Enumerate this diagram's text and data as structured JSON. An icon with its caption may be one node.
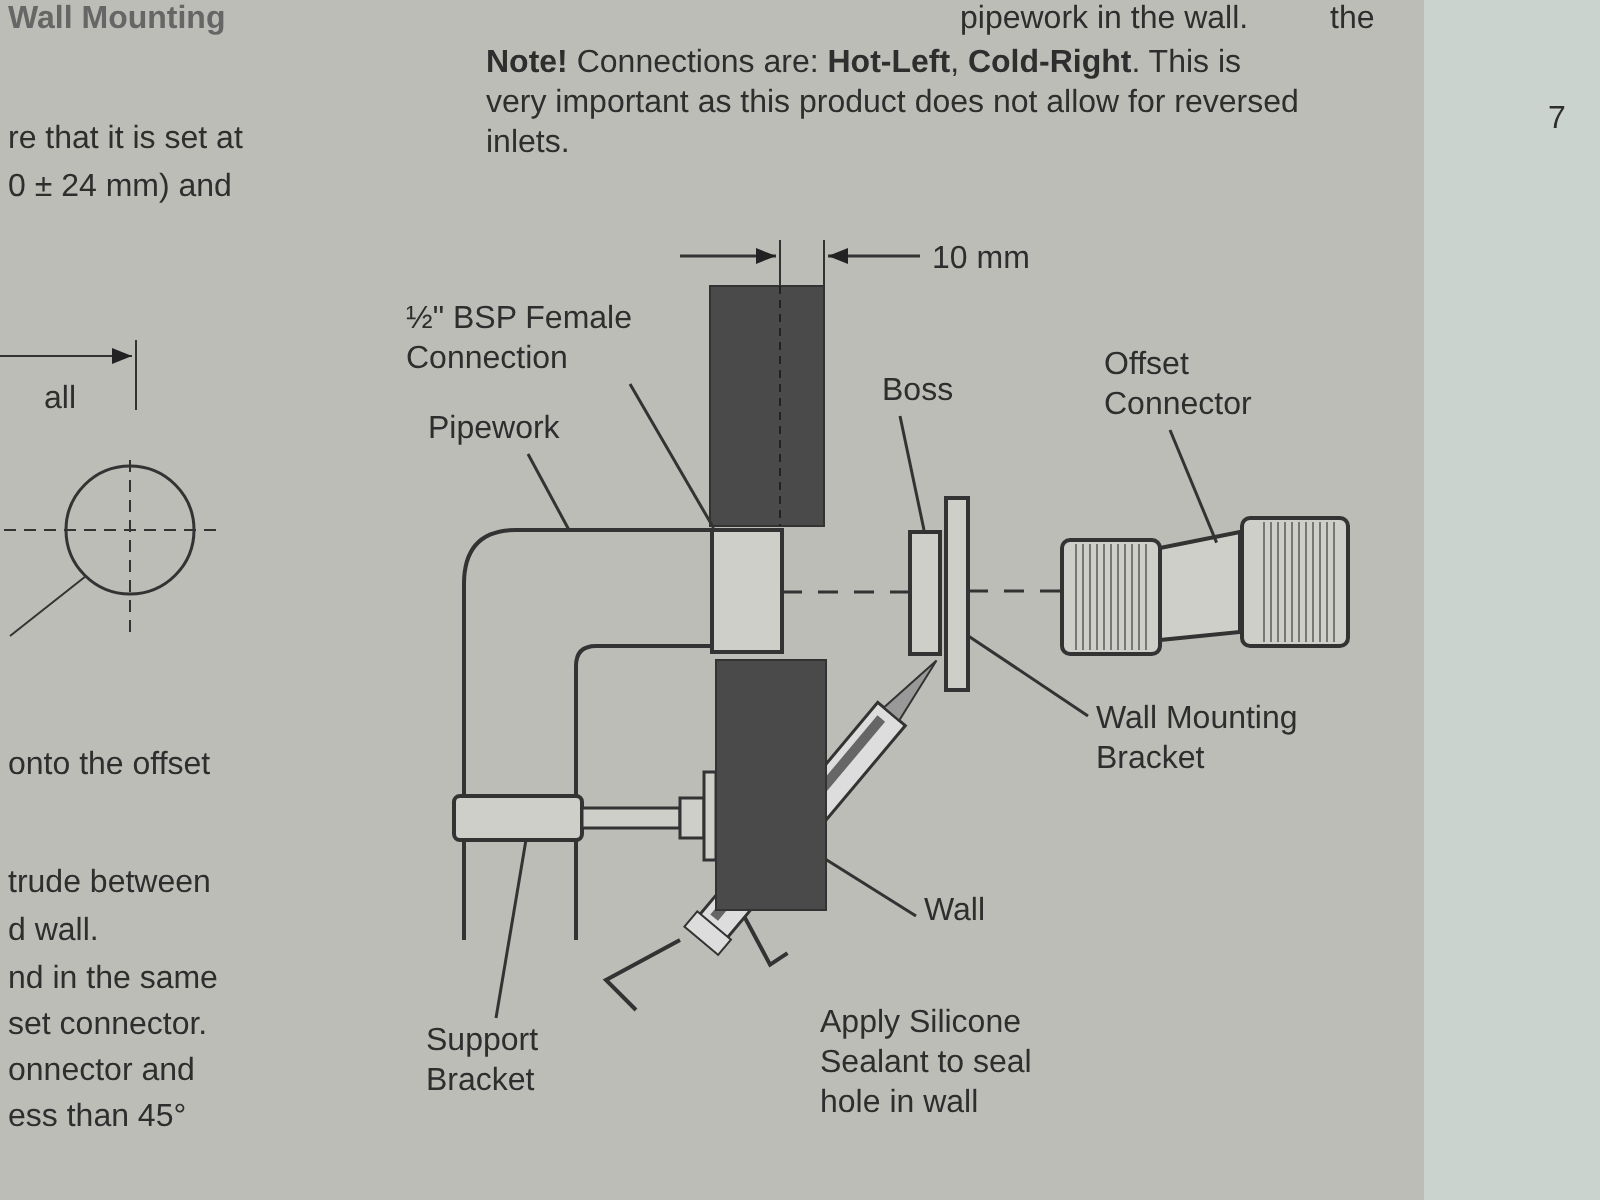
{
  "diagram": {
    "nodes": [
      {
        "text": [
          "½\" BSP Female Connection"
        ]
      },
      {
        "text": [
          "Pipework"
        ]
      },
      {
        "text": [
          "Boss"
        ]
      },
      {
        "text": [
          "Offset Connector"
        ]
      },
      {
        "text": [
          "Wall Mounting Bracket"
        ]
      },
      {
        "text": [
          "Wall"
        ]
      },
      {
        "text": [
          "Support Bracket"
        ]
      },
      {
        "text": [],
        "shape": "picture"
      },
      {
        "text": [],
        "shape": "box"
      },
      {
        "text": [],
        "shape": "box"
      },
      {
        "text": [],
        "shape": "box"
      },
      {
        "text": [],
        "shape": "picture"
      },
      {
        "text": [],
        "shape": "box"
      },
      {
        "text": [],
        "shape": "picture",
        "in": 7
      }
    ],
    "edges": [
      {
        "from": 0,
        "to": 8,
        "arrow": "none"
      },
      {
        "from": 1,
        "to": 7,
        "arrow": "none"
      },
      {
        "from": 2,
        "to": 9,
        "arrow": "none"
      },
      {
        "from": 3,
        "to": 11,
        "arrow": "none"
      },
      {
        "from": 4,
        "to": 10,
        "arrow": "none"
      },
      {
        "from": 5,
        "to": 12,
        "arrow": "none"
      },
      {
        "from": 6,
        "to": 13,
        "arrow": "none"
      },
      {
        "from": 8,
        "to": 9,
        "arrow": "none",
        "style": "dashed"
      },
      {
        "from": 10,
        "to": 11,
        "arrow": "none",
        "style": "dashed"
      }
    ],
    "labels": [
      "Wall Mounting",
      "pipework in the wall.",
      "the",
      "re that it is set at",
      "**Note!** Connections are: **Hot-Left**, **Cold-Right**. This is very important as this product does not allow for reversed inlets.",
      "7",
      "0 ± 24 mm) and",
      "10 mm",
      "all",
      "onto the offset",
      "trude between",
      "d wall.",
      "nd in the same",
      "set connector.",
      "Apply Silicone Sealant to seal hole in wall",
      "onnector and",
      "ess than 45°"
    ]
  }
}
